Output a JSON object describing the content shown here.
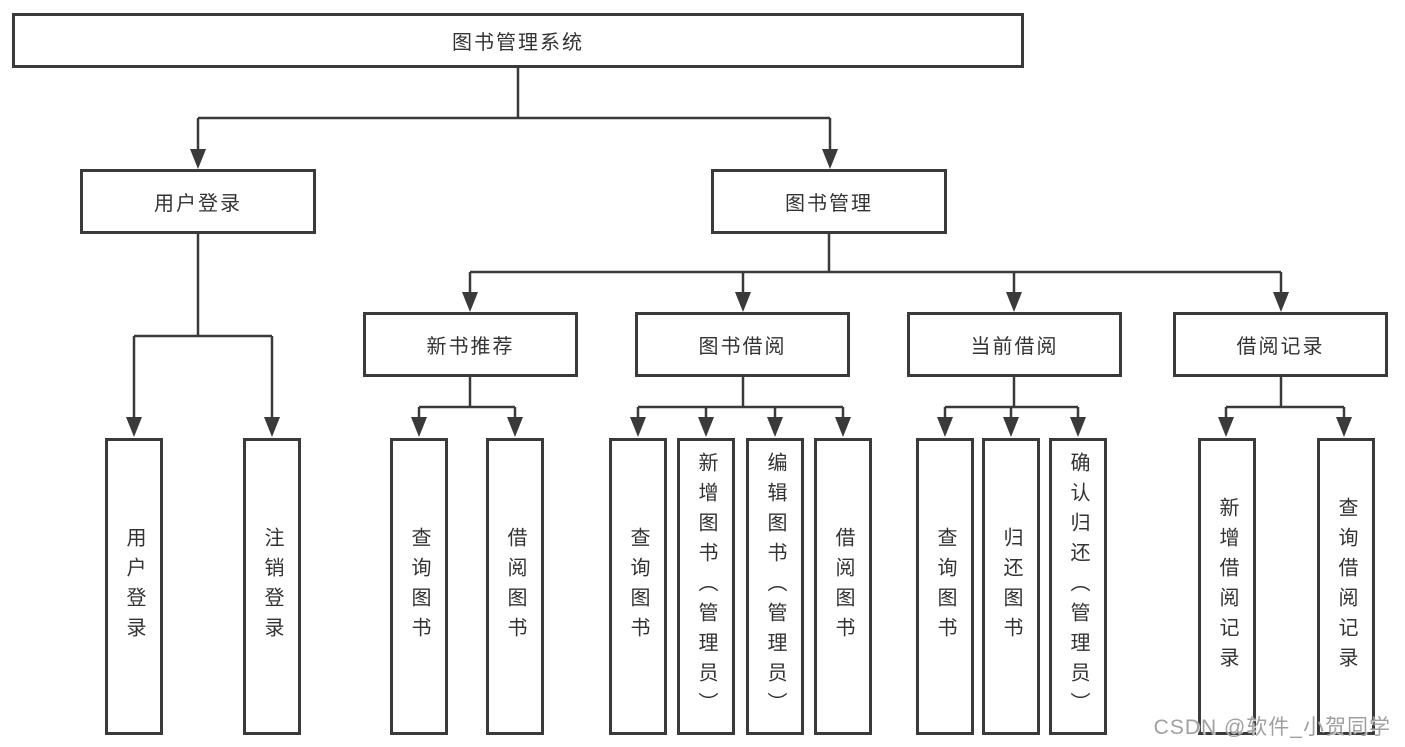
{
  "diagram": {
    "root": {
      "label": "图书管理系统"
    },
    "branches": [
      {
        "label": "用户登录",
        "children": [
          {
            "label": "用户登录"
          },
          {
            "label": "注销登录"
          }
        ]
      },
      {
        "label": "图书管理",
        "children": [
          {
            "label": "新书推荐",
            "children": [
              {
                "label": "查询图书"
              },
              {
                "label": "借阅图书"
              }
            ]
          },
          {
            "label": "图书借阅",
            "children": [
              {
                "label": "查询图书"
              },
              {
                "label": "新增图书（管理员）"
              },
              {
                "label": "编辑图书（管理员）"
              },
              {
                "label": "借阅图书"
              }
            ]
          },
          {
            "label": "当前借阅",
            "children": [
              {
                "label": "查询图书"
              },
              {
                "label": "归还图书"
              },
              {
                "label": "确认归还（管理员）"
              }
            ]
          },
          {
            "label": "借阅记录",
            "children": [
              {
                "label": "新增借阅记录"
              },
              {
                "label": "查询借阅记录"
              }
            ]
          }
        ]
      }
    ]
  },
  "watermark": {
    "text": "CSDN @软件_小贺同学"
  },
  "colors": {
    "line": "#3a3a3a",
    "border": "#3a3a3a",
    "text": "#333333",
    "watermark": "#a0a0a0",
    "background": "#ffffff"
  }
}
